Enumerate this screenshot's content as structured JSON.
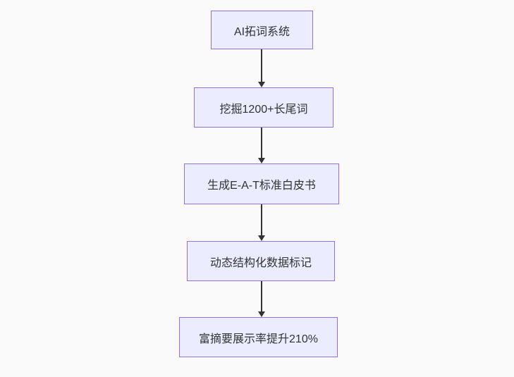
{
  "diagram": {
    "type": "flowchart",
    "direction": "top-down",
    "nodes": [
      {
        "id": "n1",
        "label": "AI拓词系统"
      },
      {
        "id": "n2",
        "label": "挖掘1200+长尾词"
      },
      {
        "id": "n3",
        "label": "生成E-A-T标准白皮书"
      },
      {
        "id": "n4",
        "label": "动态结构化数据标记"
      },
      {
        "id": "n5",
        "label": "富摘要展示率提升210%"
      }
    ],
    "edges": [
      {
        "from": "n1",
        "to": "n2"
      },
      {
        "from": "n2",
        "to": "n3"
      },
      {
        "from": "n3",
        "to": "n4"
      },
      {
        "from": "n4",
        "to": "n5"
      }
    ],
    "colors": {
      "node_fill": "#ECECFF",
      "node_border": "#9370DB",
      "arrow": "#333333",
      "text": "#333333",
      "background": "#fafafa"
    }
  }
}
